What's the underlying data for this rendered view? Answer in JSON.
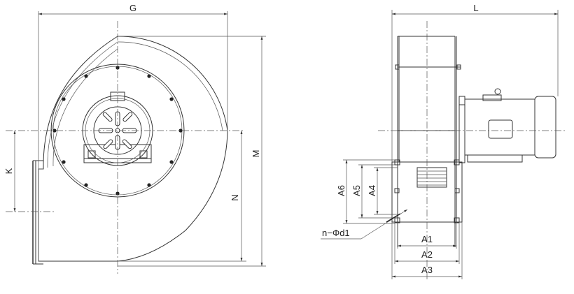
{
  "labels": {
    "G": "G",
    "L": "L",
    "M": "M",
    "N": "N",
    "K": "K",
    "A1": "A1",
    "A2": "A2",
    "A3": "A3",
    "A4": "A4",
    "A5": "A5",
    "A6": "A6",
    "holes": "n−Φd1"
  },
  "colors": {
    "line": "#333333",
    "text": "#222222",
    "background": "#ffffff"
  }
}
